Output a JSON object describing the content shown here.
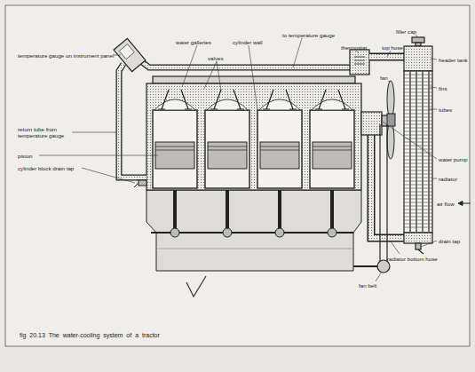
{
  "diagram": {
    "caption": "fig 20.13 The water-cooling system of a tractor",
    "labels": [
      "temperature gauge on instrument panel",
      "water galleries",
      "valves",
      "cylinder wall",
      "to temperature gauge",
      "thermostat",
      "top hose",
      "filler cap",
      "header tank",
      "fins",
      "tubes",
      "fan",
      "water pump",
      "radiator",
      "air flow",
      "drain tap",
      "radiator bottom hose",
      "fan belt",
      "return tube from temperature gauge",
      "piston",
      "cylinder block drain tap"
    ]
  }
}
